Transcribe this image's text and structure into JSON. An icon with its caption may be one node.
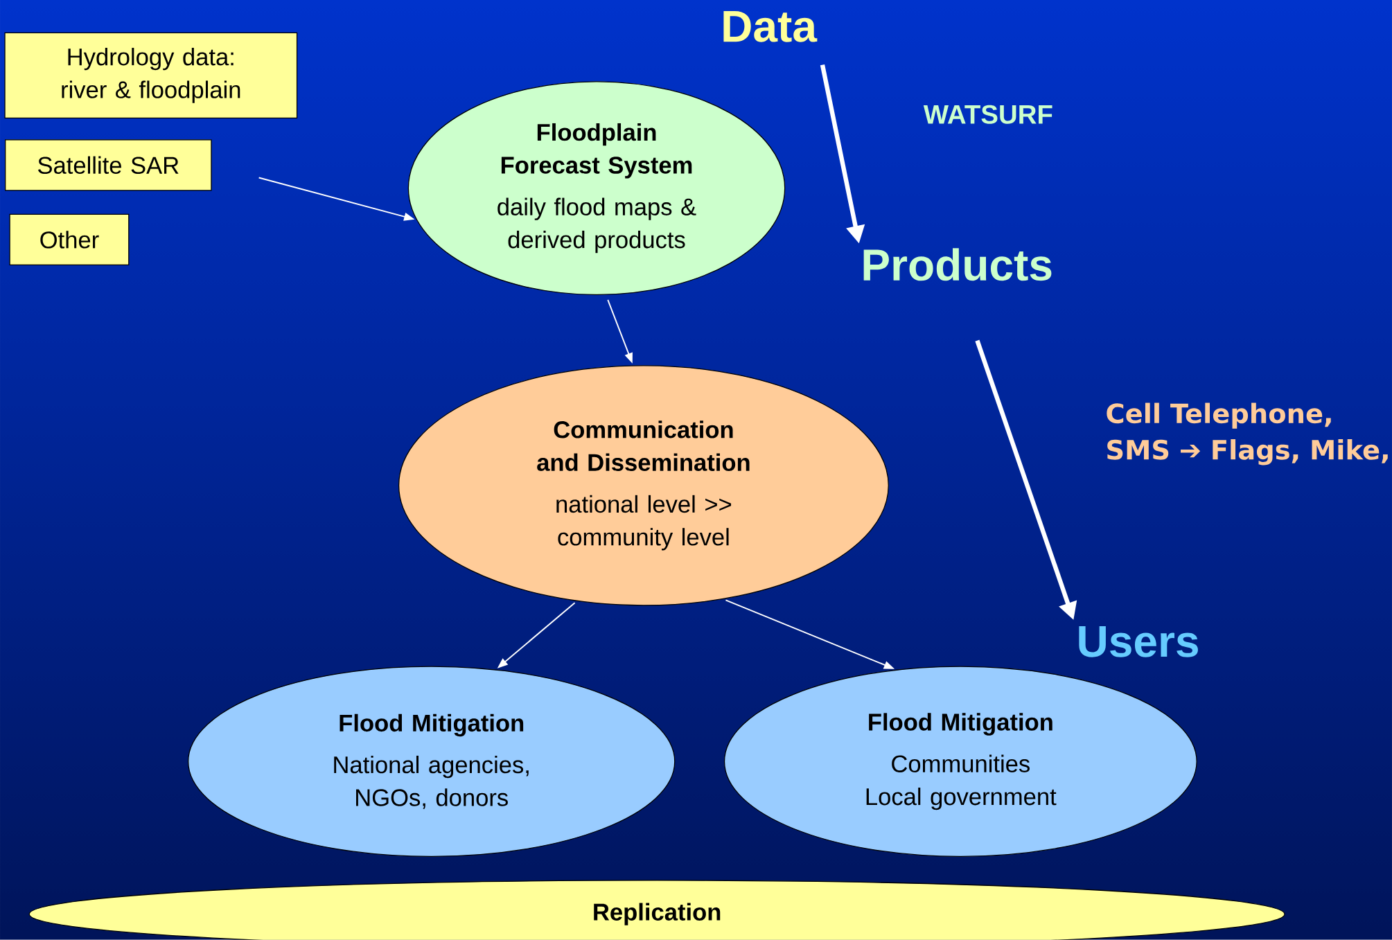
{
  "diagram": {
    "nodes": [
      {
        "text": [
          "Hydrology data: river & floodplain"
        ]
      },
      {
        "text": [
          "Satellite SAR"
        ]
      },
      {
        "text": [
          "Other"
        ]
      },
      {
        "text": [
          "Data"
        ]
      },
      {
        "text": [
          "Floodplain Forecast System",
          "daily flood maps & derived products"
        ]
      },
      {
        "text": [
          "Products"
        ]
      },
      {
        "text": [
          "Communication and Dissemination",
          "national level >> community level"
        ]
      },
      {
        "text": [
          "Users"
        ]
      },
      {
        "text": [
          "Flood Mitigation",
          "National agencies, NGOs, donors"
        ]
      },
      {
        "text": [
          "Flood Mitigation",
          "Communities Local government"
        ]
      },
      {
        "text": [
          "Replication"
        ]
      }
    ],
    "edges": [
      {
        "from": 1,
        "to": 4,
        "arrow": "to"
      },
      {
        "from": 4,
        "to": 6,
        "arrow": "to"
      },
      {
        "from": 6,
        "to": 8,
        "arrow": "to"
      },
      {
        "from": 6,
        "to": 9,
        "arrow": "to"
      },
      {
        "from": 3,
        "to": 5,
        "arrow": "to",
        "style": "thick"
      },
      {
        "from": 5,
        "to": 7,
        "arrow": "to",
        "style": "thick"
      }
    ],
    "labels": [
      "WATSURF",
      "Cell Telephone, SMS ➔ Flags, Mike,"
    ]
  }
}
